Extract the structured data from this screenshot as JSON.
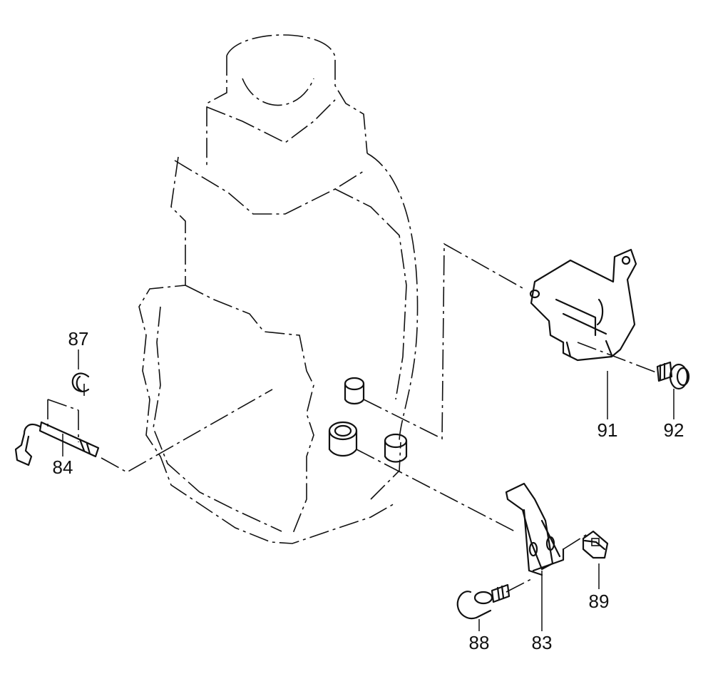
{
  "callouts": [
    {
      "id": "c87",
      "label": "87"
    },
    {
      "id": "c84",
      "label": "84"
    },
    {
      "id": "c91",
      "label": "91"
    },
    {
      "id": "c92",
      "label": "92"
    },
    {
      "id": "c89",
      "label": "89"
    },
    {
      "id": "c88",
      "label": "88"
    },
    {
      "id": "c83",
      "label": "83"
    }
  ],
  "colors": {
    "line": "#111111",
    "background": "#ffffff"
  }
}
